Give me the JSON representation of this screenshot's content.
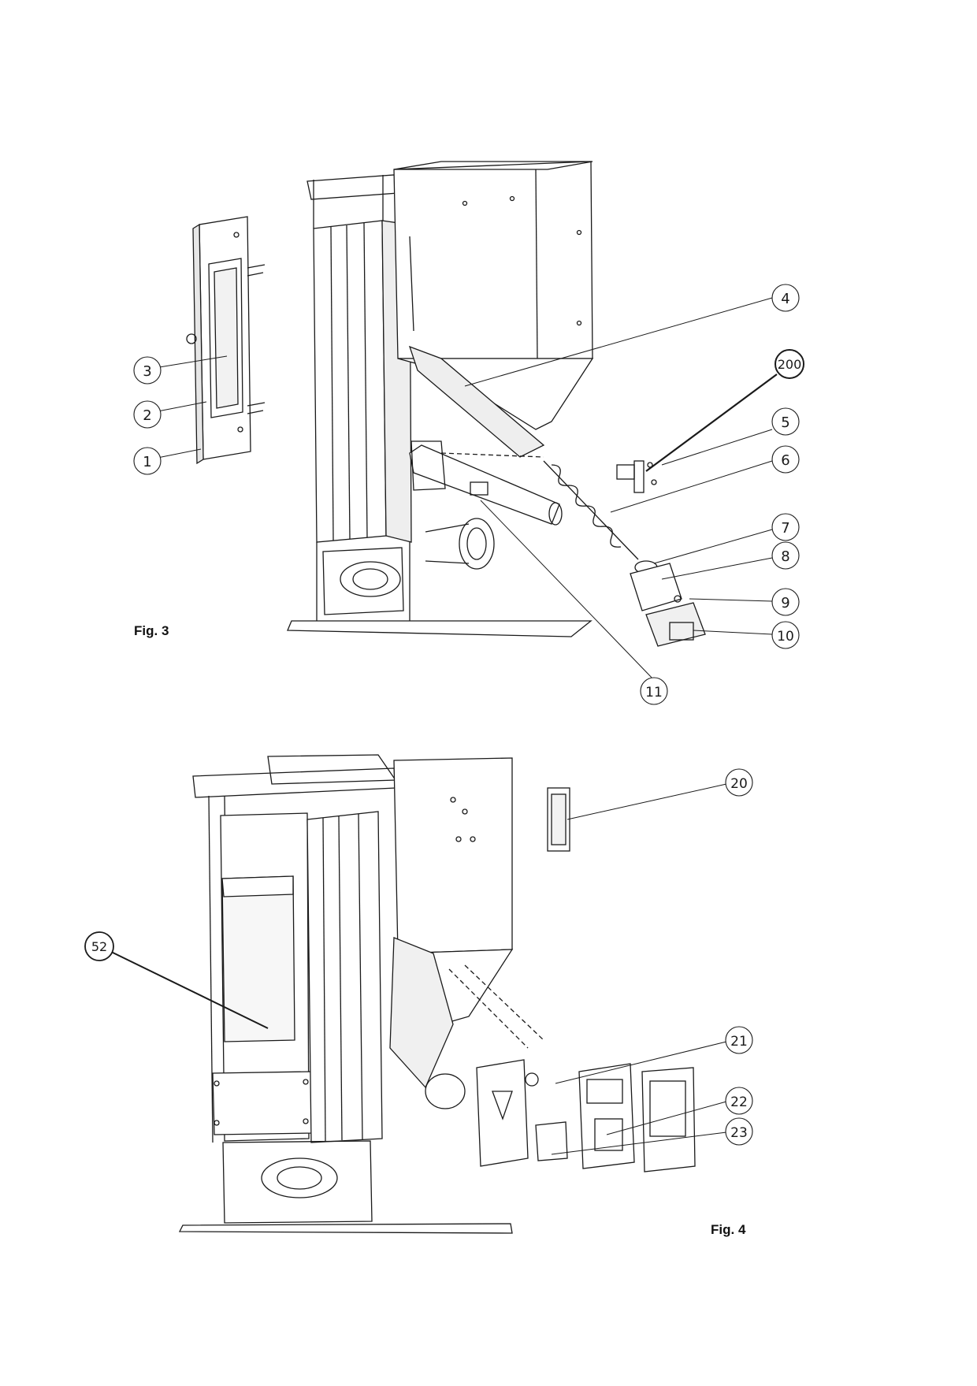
{
  "figures": [
    {
      "label": "Fig. 3",
      "callouts": [
        "1",
        "2",
        "3",
        "4",
        "200",
        "5",
        "6",
        "7",
        "8",
        "9",
        "10",
        "11"
      ]
    },
    {
      "label": "Fig. 4",
      "callouts": [
        "20",
        "52",
        "21",
        "22",
        "23"
      ]
    }
  ],
  "colors": {
    "line": "#1a1a1a",
    "paper": "#ffffff",
    "shade": "#d9d9d9"
  }
}
